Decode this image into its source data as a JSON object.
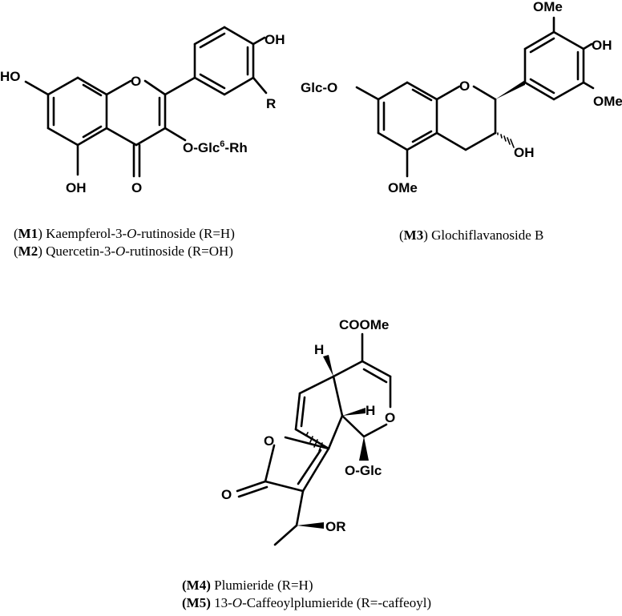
{
  "m1m2": {
    "labels": {
      "oh_top": "OH",
      "ho_left": "HO",
      "r": "R",
      "o_ring": "O",
      "o_glc_pre": "O-Glc",
      "o_glc_sup": "6",
      "o_glc_post": "-Rh",
      "oh_bottom": "OH",
      "o_keto": "O"
    },
    "caption1": {
      "open": "(",
      "code": "M1",
      "close": ")",
      "name_a": " Kaempferol-3-",
      "name_i": "O",
      "name_b": "-rutinoside (R=H)"
    },
    "caption2": {
      "open": "(",
      "code": "M2",
      "close": ")",
      "name_a": " Quercetin-3-",
      "name_i": "O",
      "name_b": "-rutinoside (R=OH)"
    }
  },
  "m3": {
    "labels": {
      "ome_top": "OMe",
      "oh_right": "OH",
      "ome_right": "OMe",
      "glc_o": "Glc-O",
      "o_ring": "O",
      "oh_c3": "OH",
      "ome_bottom": "OMe"
    },
    "caption": {
      "open": "(",
      "code": "M3",
      "close": ")",
      "name": " Glochiflavanoside B"
    }
  },
  "m4m5": {
    "labels": {
      "coome": "COOMe",
      "h_top": "H",
      "h_mid": "H",
      "o_pyran": "O",
      "o_lactone": "O",
      "o_keto": "O",
      "o_glc": "O-Glc",
      "or": "OR"
    },
    "caption1": {
      "code": "(M4)",
      "name": " Plumieride (R=H)"
    },
    "caption2": {
      "code": "(M5)",
      "name_a": " 13-",
      "name_i": "O",
      "name_b": "-Caffeoylplumieride (R=-caffeoyl)"
    }
  }
}
